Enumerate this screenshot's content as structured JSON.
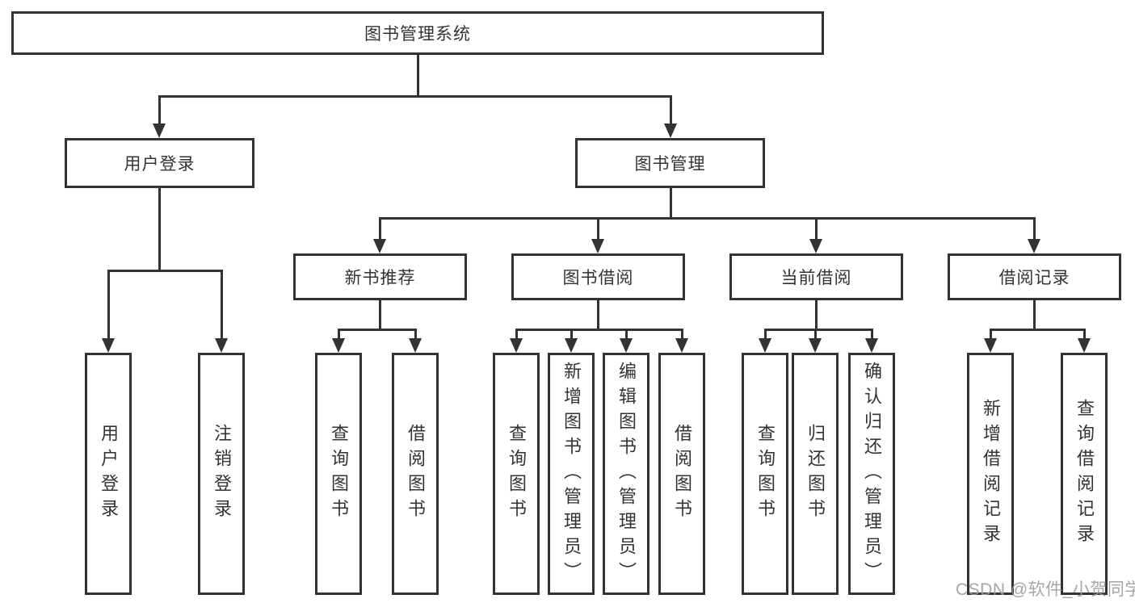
{
  "diagram": {
    "root": "图书管理系统",
    "level2": [
      "用户登录",
      "图书管理"
    ],
    "level3": [
      "新书推荐",
      "图书借阅",
      "当前借阅",
      "借阅记录"
    ],
    "leaves": [
      "用户登录",
      "注销登录",
      "查询图书",
      "借阅图书",
      "查询图书",
      "新增图书（管理员）",
      "编辑图书（管理员）",
      "借阅图书",
      "查询图书",
      "归还图书",
      "确认归还（管理员）",
      "新增借阅记录",
      "查询借阅记录"
    ]
  },
  "watermark": "CSDN @软件_小贺同学",
  "colors": {
    "line": "#333333",
    "box_border": "#333333",
    "box_fill": "#ffffff",
    "text": "#333333",
    "watermark": "#9c9c9c"
  }
}
